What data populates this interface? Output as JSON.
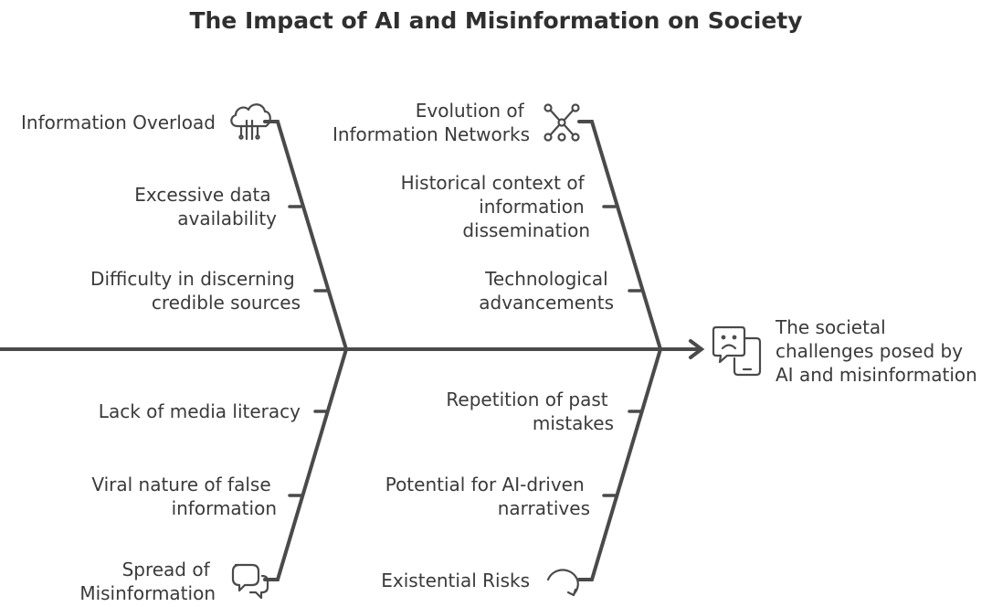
{
  "title": "The Impact of AI and Misinformation on Society",
  "effect": {
    "lines": [
      "The societal",
      "challenges posed by",
      "AI and misinformation"
    ],
    "icon": "sad-phone-icon"
  },
  "branches": {
    "top_left": {
      "title": "Information Overload",
      "icon": "cloud-data-icon",
      "causes": [
        [
          "Excessive data",
          "availability"
        ],
        [
          "Difficulty in discerning",
          "credible sources"
        ]
      ]
    },
    "top_right": {
      "title_lines": [
        "Evolution of",
        "Information Networks"
      ],
      "icon": "network-nodes-icon",
      "causes": [
        [
          "Historical context of",
          "information",
          "dissemination"
        ],
        [
          "Technological",
          "advancements"
        ]
      ]
    },
    "bottom_left": {
      "title_lines": [
        "Spread of",
        "Misinformation"
      ],
      "icon": "chat-bubbles-icon",
      "causes": [
        [
          "Lack of media literacy"
        ],
        [
          "Viral nature of false",
          "information"
        ]
      ]
    },
    "bottom_right": {
      "title": "Existential Risks",
      "icon": "curved-arrow-icon",
      "causes": [
        [
          "Repetition of past",
          "mistakes"
        ],
        [
          "Potential for AI-driven",
          "narratives"
        ]
      ]
    }
  }
}
